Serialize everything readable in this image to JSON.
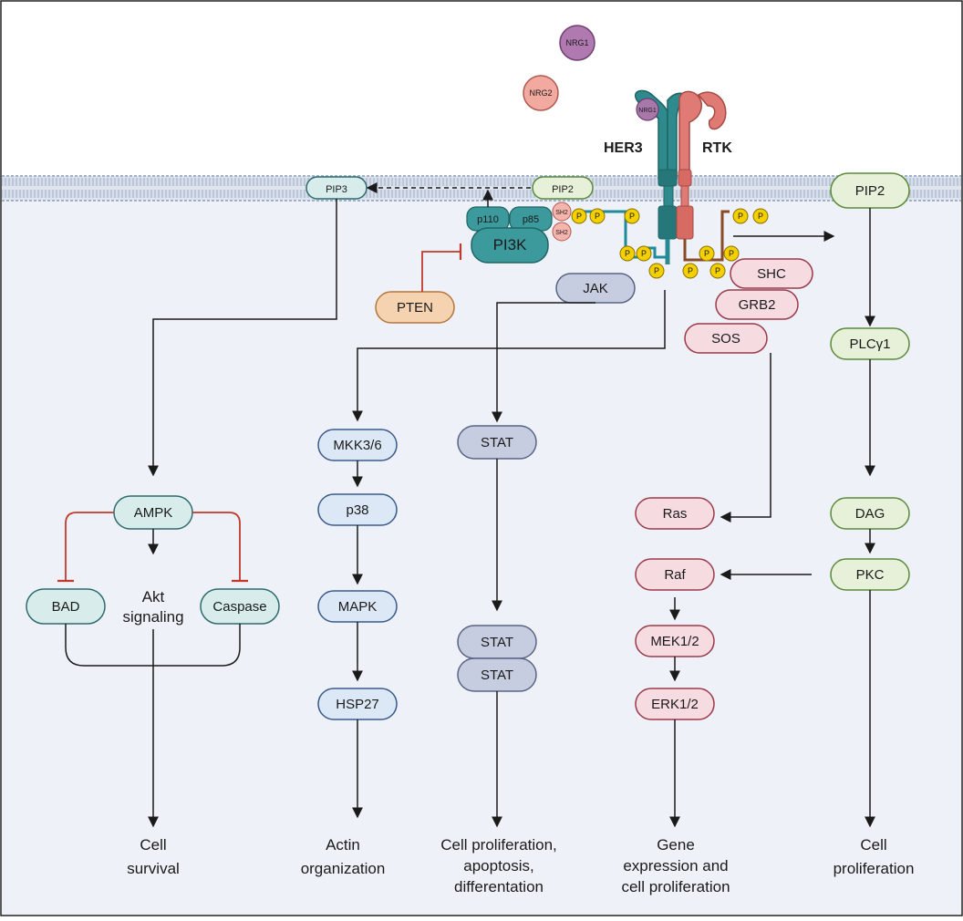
{
  "receptors": {
    "her3": "HER3",
    "rtk": "RTK"
  },
  "ligands": {
    "nrg1": "NRG1",
    "nrg2": "NRG2",
    "bound": "NRG1"
  },
  "membrane": {
    "pip3": "PIP3",
    "pip2_left": "PIP2",
    "pip2_right": "PIP2"
  },
  "pi3k": {
    "p110": "p110",
    "p85": "p85",
    "sh2": "SH2",
    "name": "PI3K"
  },
  "phospho": "P",
  "nodes": {
    "pten": "PTEN",
    "jak": "JAK",
    "shc": "SHC",
    "grb2": "GRB2",
    "sos": "SOS",
    "plcg1": "PLCγ1",
    "dag": "DAG",
    "pkc": "PKC",
    "ampk": "AMPK",
    "bad": "BAD",
    "akt": [
      "Akt",
      "signaling"
    ],
    "caspase": "Caspase",
    "mkk": "MKK3/6",
    "p38": "p38",
    "mapk": "MAPK",
    "hsp27": "HSP27",
    "stat": "STAT",
    "stat_dimer_top": "STAT",
    "stat_dimer_bottom": "STAT",
    "ras": "Ras",
    "raf": "Raf",
    "mek": "MEK1/2",
    "erk": "ERK1/2"
  },
  "outcomes": {
    "survival": [
      "Cell",
      "survival"
    ],
    "actin": [
      "Actin",
      "organization"
    ],
    "stat": [
      "Cell proliferation,",
      "apoptosis,",
      "differentation"
    ],
    "gene": [
      "Gene",
      "expression and",
      "cell proliferation"
    ],
    "prolif": [
      "Cell",
      "proliferation"
    ]
  },
  "colors": {
    "background": "#eef2f8",
    "membrane": "#9fb0c8",
    "teal": "#2e8a8c",
    "salmon": "#e07a74",
    "arrow": "#1a1a1a",
    "inhibit": "#c0392b"
  }
}
